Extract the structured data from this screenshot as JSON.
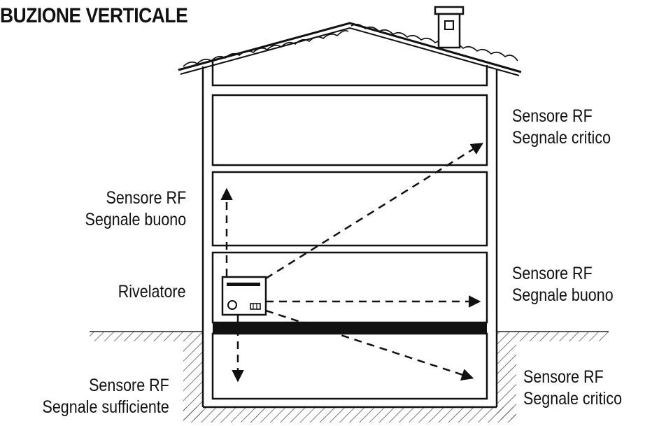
{
  "title": "BUZIONE VERTICALE",
  "labels": {
    "top_right": {
      "line1": "Sensore RF",
      "line2": "Segnale critico"
    },
    "left_upper": {
      "line1": "Sensore RF",
      "line2": "Segnale buono"
    },
    "detector": "Rivelatore",
    "mid_right": {
      "line1": "Sensore RF",
      "line2": "Segnale buono"
    },
    "basement_left": {
      "line1": "Sensore RF",
      "line2": "Segnale sufficiente"
    },
    "basement_right": {
      "line1": "Sensore RF",
      "line2": "Segnale critico"
    }
  }
}
